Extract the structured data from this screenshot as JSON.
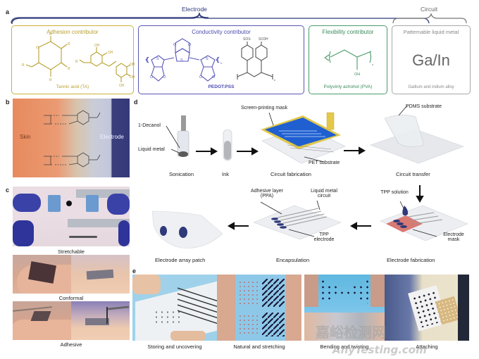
{
  "panels": {
    "a": {
      "letter": "a",
      "electrode_bracket_label": "Electrode",
      "circuit_bracket_label": "Circuit",
      "boxes": [
        {
          "title": "Adhesion contributor",
          "caption": "Tannic acid (TA)",
          "color": "#c8b23a"
        },
        {
          "title": "Conductivity contributor",
          "caption": "PEDOT:PSS",
          "color": "#5656b8"
        },
        {
          "title": "Flexibility contributor",
          "caption": "Polyvinly achohol (PVA)",
          "color": "#4a9a6a"
        },
        {
          "title": "Patternable liquid metal",
          "caption": "Gallium and indium alloy",
          "color": "#9a9a9a",
          "formula": "Ga/In"
        }
      ],
      "chem_labels": {
        "r": "R",
        "o": "O",
        "s": "S",
        "oh": "OH",
        "so3minus": "SO3-",
        "so3h": "SO3H",
        "n": "n"
      }
    },
    "b": {
      "letter": "b",
      "skin_label": "Skin",
      "electrode_label": "Electrode",
      "colors": {
        "skin": "#e98a62",
        "electrode": "#3a3f7c"
      }
    },
    "c": {
      "letter": "c",
      "captions": [
        "Stretchable",
        "Conformal",
        "Adhesive"
      ]
    },
    "d": {
      "letter": "d",
      "steps": [
        {
          "caption": "Sonication",
          "labels": [
            "1-Decanol",
            "Liquid metal"
          ]
        },
        {
          "caption": "Ink",
          "labels": []
        },
        {
          "caption": "Circuit fabrication",
          "labels": [
            "Screen-printing mask",
            "PET substrate"
          ]
        },
        {
          "caption": "Circuit transfer",
          "labels": [
            "PDMS substrate"
          ]
        },
        {
          "caption": "Electrode fabrication",
          "labels": [
            "TPP solution",
            "Electrode mask"
          ]
        },
        {
          "caption": "Encapsulation",
          "labels": [
            "Adhesive layer (PPA)",
            "Liquid metal circuit",
            "TPP electrode"
          ]
        },
        {
          "caption": "Electrode array patch",
          "labels": []
        }
      ]
    },
    "e": {
      "letter": "e",
      "captions": [
        "Storing and uncovering",
        "Natural and stretching",
        "Bending and twisting",
        "Attaching"
      ]
    }
  },
  "watermark": {
    "chinese": "嘉峪检测网",
    "latin": "AnyTesting.com"
  }
}
